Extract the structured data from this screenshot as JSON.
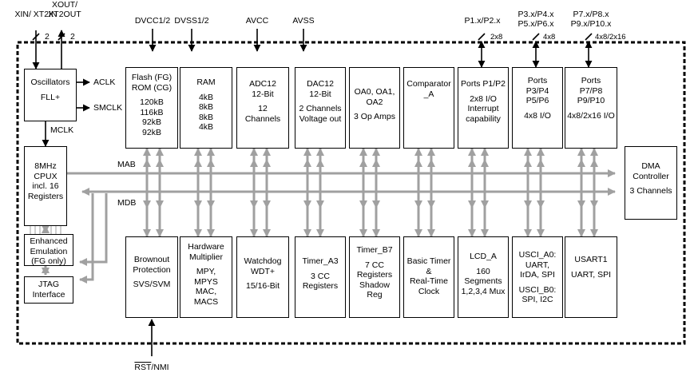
{
  "top_signals": {
    "xin": [
      "XIN/",
      "XT2IN"
    ],
    "xout": [
      "XOUT/",
      "XT2OUT"
    ],
    "xin_width": "2",
    "xout_width": "2",
    "dvcc": "DVCC1/2",
    "dvss": "DVSS1/2",
    "avcc": "AVCC",
    "avss": "AVSS",
    "p1": "P1.x/P2.x",
    "p1_width": "2x8",
    "p3": [
      "P3.x/P4.x",
      "P5.x/P6.x"
    ],
    "p3_width": "4x8",
    "p7": [
      "P7.x/P8.x",
      "P9.x/P10.x"
    ],
    "p7_width": "4x8/2x16"
  },
  "clock_signals": {
    "aclk": "ACLK",
    "smclk": "SMCLK",
    "mclk": "MCLK"
  },
  "bus_labels": {
    "mab": "MAB",
    "mdb": "MDB"
  },
  "bottom_signal": {
    "rst_bar": "RST",
    "nmi": "/NMI"
  },
  "top_blocks": {
    "oscillators": [
      "Oscillators",
      "",
      "FLL+"
    ],
    "flash": [
      "Flash (FG)",
      "ROM (CG)",
      "",
      "120kB",
      "116kB",
      "92kB",
      "92kB"
    ],
    "ram": [
      "RAM",
      "",
      "4kB",
      "8kB",
      "8kB",
      "4kB"
    ],
    "adc12": [
      "ADC12",
      "12-Bit",
      "",
      "12",
      "Channels"
    ],
    "dac12": [
      "DAC12",
      "12-Bit",
      "",
      "2 Channels",
      "Voltage out"
    ],
    "oa": [
      "OA0, OA1,",
      "OA2",
      "",
      "3 Op Amps"
    ],
    "comparator": [
      "Comparator",
      "_A"
    ],
    "ports_p1": [
      "Ports P1/P2",
      "",
      "2x8 I/O",
      "Interrupt",
      "capability"
    ],
    "ports_p3": [
      "Ports",
      "P3/P4",
      "P5/P6",
      "",
      "4x8 I/O"
    ],
    "ports_p7": [
      "Ports",
      "P7/P8",
      "P9/P10",
      "",
      "4x8/2x16 I/O"
    ]
  },
  "side_blocks": {
    "cpu": [
      "8MHz",
      "CPUX",
      "incl. 16",
      "Registers"
    ],
    "emulation": [
      "Enhanced",
      "Emulation",
      "(FG only)"
    ],
    "jtag": [
      "JTAG",
      "Interface"
    ],
    "dma": [
      "DMA",
      "Controller",
      "",
      "3 Channels"
    ]
  },
  "bottom_blocks": {
    "brownout": [
      "Brownout",
      "Protection",
      "",
      "SVS/SVM"
    ],
    "multiplier": [
      "Hardware",
      "Multiplier",
      "",
      "MPY,",
      "MPYS",
      "MAC,",
      "MACS"
    ],
    "watchdog": [
      "Watchdog",
      "WDT+",
      "",
      "15/16-Bit"
    ],
    "timer_a3": [
      "Timer_A3",
      "",
      "3 CC",
      "Registers"
    ],
    "timer_b7": [
      "Timer_B7",
      "",
      "7 CC",
      "Registers",
      "Shadow",
      "Reg"
    ],
    "basic_timer": [
      "Basic Timer",
      "&",
      "Real-Time",
      "Clock"
    ],
    "lcd": [
      "LCD_A",
      "",
      "160",
      "Segments",
      "1,2,3,4 Mux"
    ],
    "usci": [
      "USCI_A0:",
      "UART,",
      "IrDA, SPI",
      "",
      "USCI_B0:",
      "SPI, I2C"
    ],
    "usart": [
      "USART1",
      "",
      "UART, SPI"
    ]
  },
  "colors": {
    "bus": "#a0a0a0",
    "line": "#000000"
  }
}
